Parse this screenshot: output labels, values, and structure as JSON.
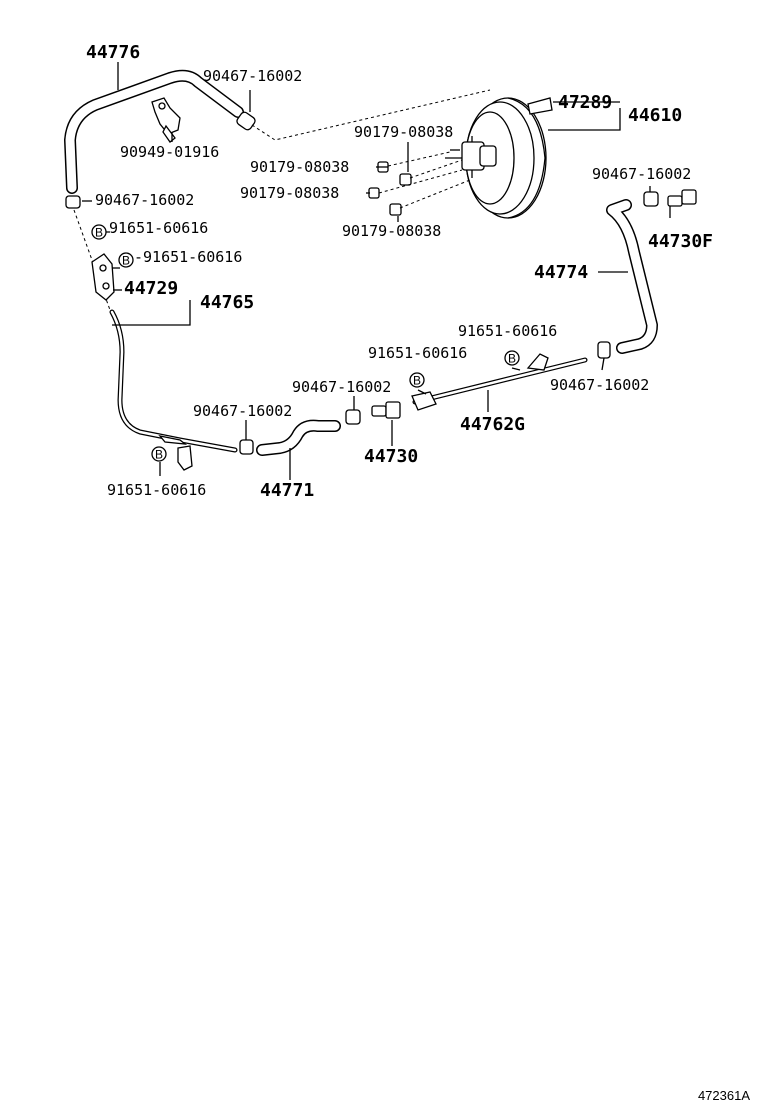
{
  "diagram": {
    "ref_code": "472361A",
    "labels": {
      "p44776": "44776",
      "clamp_a": "90467-16002",
      "p90949": "90949-01916",
      "clamp_b": "90467-16002",
      "bolt_a": "91651-60616",
      "bolt_b": "-91651-60616",
      "p44729": "44729",
      "p44765": "44765",
      "p47289": "47289",
      "p44610": "44610",
      "nut_a": "90179-08038",
      "nut_b": "90179-08038",
      "nut_c": "90179-08038",
      "nut_d": "90179-08038",
      "clamp_c": "90467-16002",
      "p44730F": "44730F",
      "p44774": "44774",
      "bolt_c": "91651-60616",
      "bolt_d": "91651-60616",
      "clamp_d": "90467-16002",
      "clamp_e": "90467-16002",
      "p44762G": "44762G",
      "clamp_f": "90467-16002",
      "p44730": "44730",
      "bolt_e": "91651-60616",
      "p44771": "44771"
    },
    "bolt_marker": "B"
  }
}
